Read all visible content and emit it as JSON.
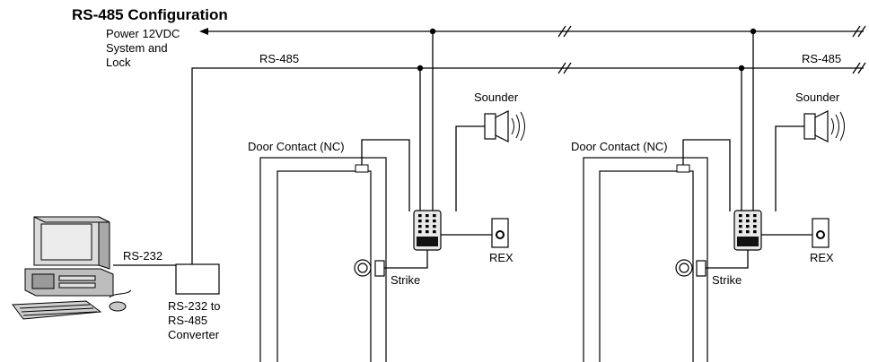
{
  "title": "RS-485 Configuration",
  "power_label": [
    "Power 12VDC",
    "System and",
    "Lock"
  ],
  "bus_label_left": "RS-485",
  "bus_label_right": "RS-485",
  "rs232_label": "RS-232",
  "converter_label": [
    "RS-232 to",
    "RS-485",
    "Converter"
  ],
  "door_1": {
    "door_contact": "Door Contact (NC)",
    "sounder": "Sounder",
    "strike": "Strike",
    "rex": "REX"
  },
  "door_2": {
    "door_contact": "Door Contact (NC)",
    "sounder": "Sounder",
    "strike": "Strike",
    "rex": "REX"
  }
}
